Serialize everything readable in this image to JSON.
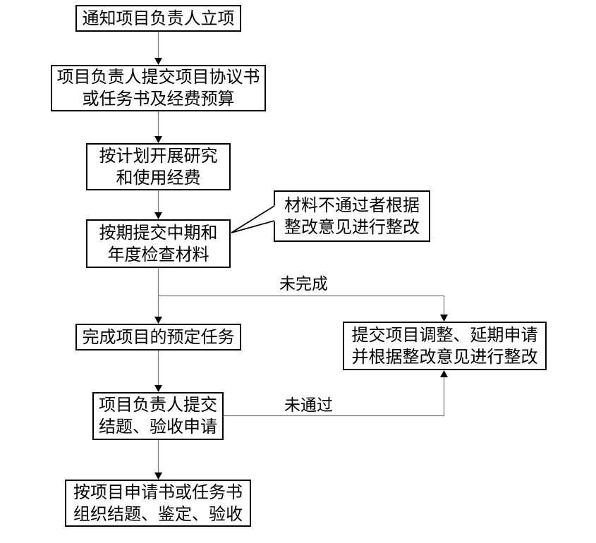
{
  "diagram": {
    "type": "flowchart",
    "background_color": "#ffffff",
    "box_border_color": "#000000",
    "connector_color": "#7f7f7f",
    "arrowhead_color": "#000000",
    "nodes": [
      {
        "name": "notify-project-leader",
        "lines": [
          "通知项目负责人立项"
        ]
      },
      {
        "name": "submit-agreement-budget",
        "lines": [
          "项目负责人提交项目协议书",
          "或任务书及经费预算"
        ]
      },
      {
        "name": "conduct-research",
        "lines": [
          "按计划开展研究",
          "和使用经费"
        ]
      },
      {
        "name": "submit-inspection-materials",
        "lines": [
          "按期提交中期和",
          "年度检查材料"
        ]
      },
      {
        "name": "rectification-callout",
        "lines": [
          "材料不通过者根据",
          "整改意见进行整改"
        ]
      },
      {
        "name": "complete-planned-tasks",
        "lines": [
          "完成项目的预定任务"
        ]
      },
      {
        "name": "adjust-or-extend",
        "lines": [
          "提交项目调整、延期申请",
          "并根据整改意见进行整改"
        ]
      },
      {
        "name": "submit-acceptance-request",
        "lines": [
          "项目负责人提交",
          "结题、验收申请"
        ]
      },
      {
        "name": "organize-acceptance",
        "lines": [
          "按项目申请书或任务书",
          "组织结题、鉴定、验收"
        ]
      }
    ],
    "edge_labels": [
      {
        "name": "not-completed",
        "text": "未完成"
      },
      {
        "name": "not-passed",
        "text": "未通过"
      }
    ]
  }
}
